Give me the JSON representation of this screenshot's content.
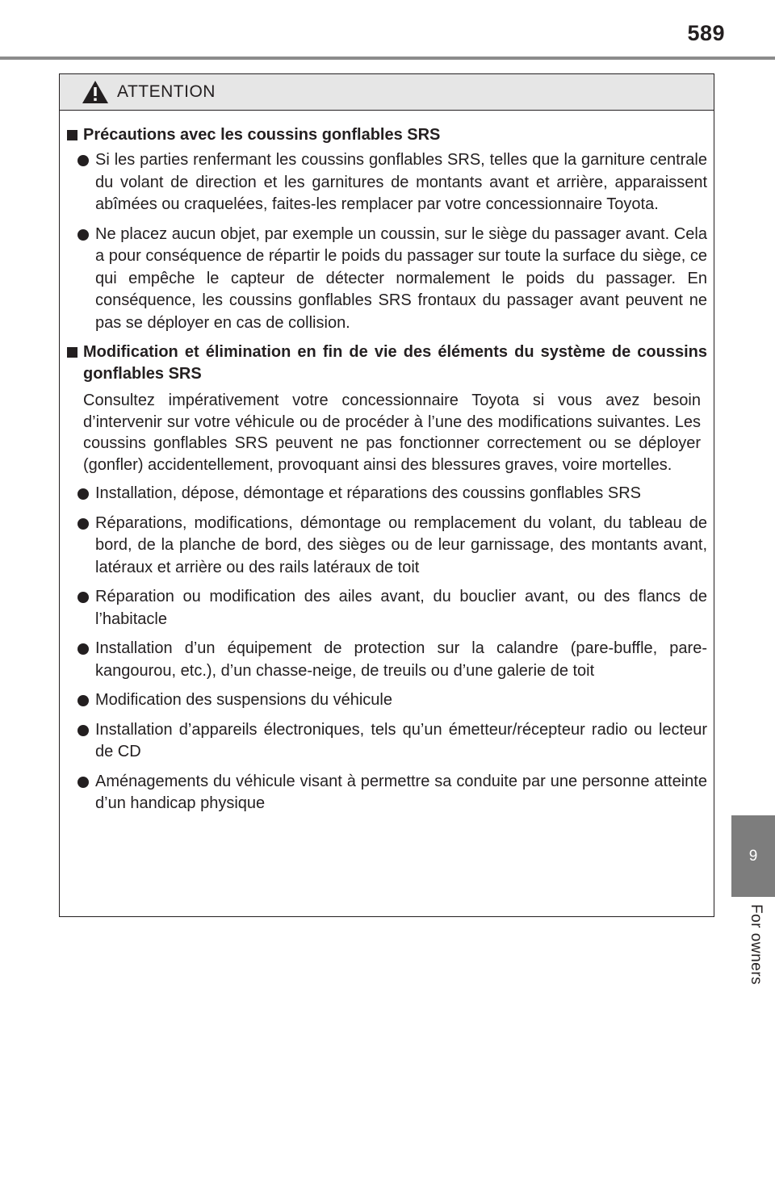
{
  "page": {
    "number": "589",
    "chapter_number": "9",
    "chapter_label": "For owners"
  },
  "caution": {
    "title": "ATTENTION",
    "icon": "warning-triangle-icon",
    "sections": [
      {
        "heading": "Précautions avec les coussins gonflables SRS",
        "intro": "",
        "bullets": [
          "Si les parties renfermant les coussins gonflables SRS, telles que la garniture centrale du volant de direction et les garnitures de montants avant et arrière, apparaissent abîmées ou craquelées, faites-les remplacer par votre concessionnaire Toyota.",
          "Ne placez aucun objet, par exemple un coussin, sur le siège du passager avant. Cela a pour conséquence de répartir le poids du passager sur toute la surface du siège, ce qui empêche le capteur de détecter normalement le poids du passager. En conséquence, les coussins gonflables SRS frontaux du passager avant peuvent ne pas se déployer en cas de collision."
        ]
      },
      {
        "heading": "Modification et élimination en fin de vie des éléments du système de coussins gonflables SRS",
        "intro": "Consultez impérativement votre concessionnaire Toyota si vous avez besoin d’intervenir sur votre véhicule ou de procéder à l’une des modifications suivantes. Les coussins gonflables SRS peuvent ne pas fonctionner correctement ou se déployer (gonfler) accidentellement, provoquant ainsi des blessures graves, voire mortelles.",
        "bullets": [
          "Installation, dépose, démontage et réparations des coussins gonflables SRS",
          "Réparations, modifications, démontage ou remplacement du volant, du tableau de bord, de la planche de bord, des sièges ou de leur garnissage, des montants avant, latéraux et arrière ou des rails latéraux de toit",
          "Réparation ou modification des ailes avant, du bouclier avant, ou des flancs de l’habitacle",
          "Installation d’un équipement de protection sur la calandre (pare-buffle, pare-kangourou, etc.), d’un chasse-neige, de treuils ou d’une galerie de toit",
          "Modification des suspensions du véhicule",
          "Installation d’appareils électroniques, tels qu’un émetteur/récepteur radio ou lecteur de CD",
          "Aménagements du véhicule visant à permettre sa conduite par une personne atteinte d’un handicap physique"
        ]
      }
    ]
  }
}
